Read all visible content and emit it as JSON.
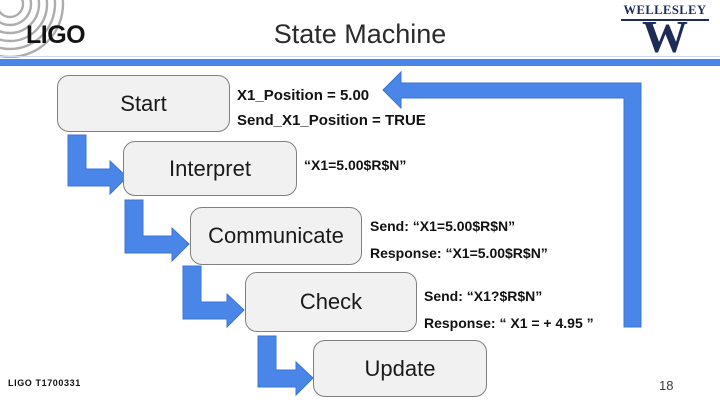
{
  "slide": {
    "title": "State Machine",
    "footer": {
      "doc_id": "LIGO T1700331",
      "page_number": "18"
    }
  },
  "logos": {
    "ligo": {
      "wordmark": "LIGO"
    },
    "wellesley": {
      "name": "WELLESLEY",
      "monogram": "W"
    }
  },
  "flow": {
    "steps": [
      {
        "label": "Start",
        "annotations": [
          "X1_Position = 5.00",
          "Send_X1_Position = TRUE"
        ]
      },
      {
        "label": "Interpret",
        "annotations": [
          "“X1=5.00$R$N”"
        ]
      },
      {
        "label": "Communicate",
        "annotations": [
          "Send: “X1=5.00$R$N”",
          "Response: “X1=5.00$R$N”"
        ]
      },
      {
        "label": "Check",
        "annotations": [
          "Send: “X1?$R$N”",
          "Response: “ X1 = + 4.95 ”"
        ]
      },
      {
        "label": "Update",
        "annotations": []
      }
    ],
    "arrows": [
      "start-to-interpret",
      "interpret-to-communicate",
      "communicate-to-check",
      "check-to-update",
      "feedback-check-response-to-start"
    ]
  },
  "colors": {
    "accent_blue": "#4a86e8",
    "arrow_border": "#3b74d6",
    "box_fill": "#f1f1f1",
    "box_border": "#7f7f7f",
    "wellesley_navy": "#1d2c56",
    "ligo_wave_gray": "#adadad"
  }
}
